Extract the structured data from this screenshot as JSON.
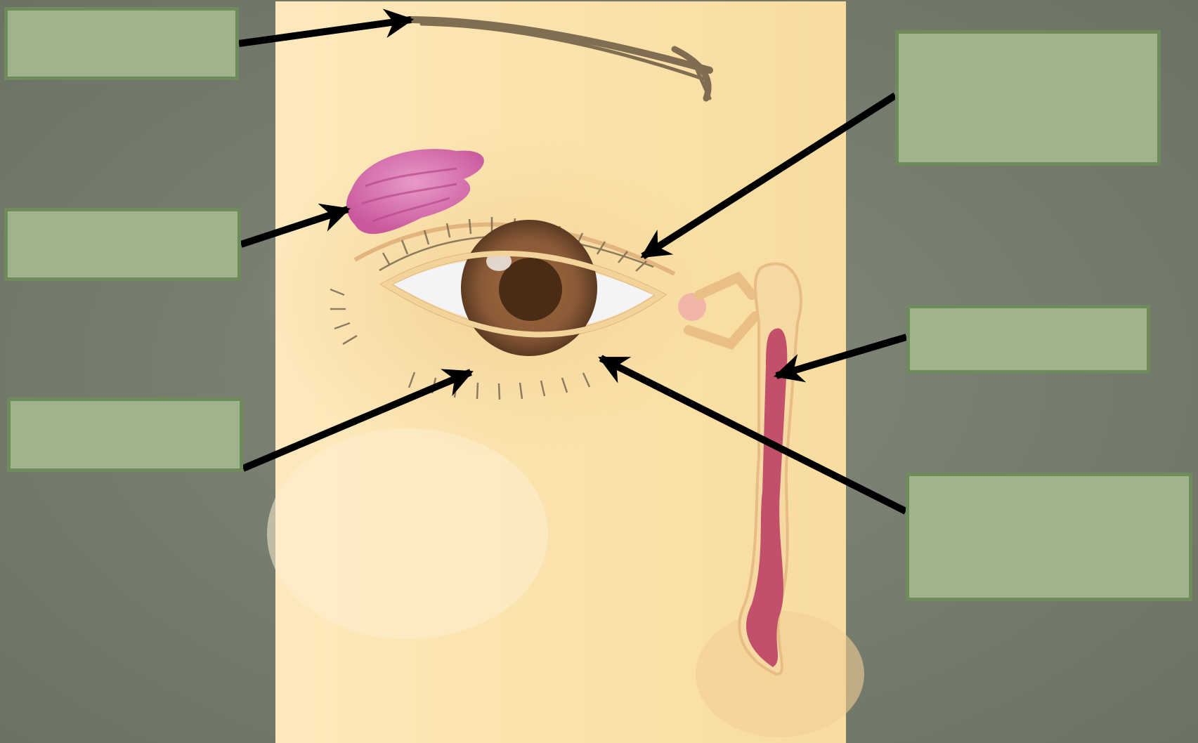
{
  "colors": {
    "background": "#7b8172",
    "background_dark": "#6a7062",
    "panel": "#fbe3ad",
    "panel_light": "#fdeec9",
    "skin_shade": "#f0cf92",
    "label_fill": "#a1b38d",
    "label_border": "#6f8b5b",
    "arrow": "#000000",
    "eyebrow": "#6b5a43",
    "lacrimal_gland": "#d877b3",
    "sclera": "#f4f4f6",
    "iris": "#8a5a37",
    "iris_dark": "#6a4228",
    "pupil": "#4a2c16",
    "duct": "#c2506b",
    "duct_outline": "#e2b57e"
  },
  "labels": [
    {
      "id": "eyebrow",
      "text": ""
    },
    {
      "id": "lacrimal-gland",
      "text": ""
    },
    {
      "id": "eyelashes",
      "text": ""
    },
    {
      "id": "conjunctiva",
      "text": ""
    },
    {
      "id": "nasolacrimal-duct",
      "text": ""
    },
    {
      "id": "eyelid",
      "text": ""
    }
  ]
}
